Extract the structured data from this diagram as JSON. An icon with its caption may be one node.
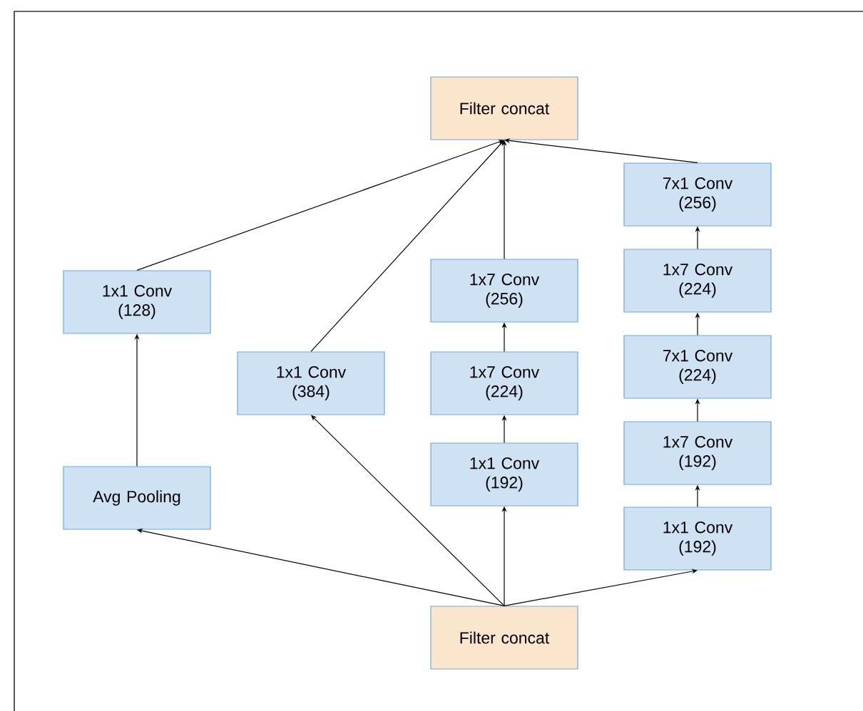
{
  "diagram": {
    "nodes": [
      {
        "text": [
          "Filter concat"
        ]
      },
      {
        "text": [
          "1x1 Conv (128)"
        ]
      },
      {
        "text": [
          "7x1 Conv (256)"
        ]
      },
      {
        "text": [
          "1x1 Conv (384)"
        ]
      },
      {
        "text": [
          "1x7 Conv (256)"
        ]
      },
      {
        "text": [
          "1x7 Conv (224)"
        ]
      },
      {
        "text": [
          "1x7 Conv (224)"
        ]
      },
      {
        "text": [
          "7x1 Conv (224)"
        ]
      },
      {
        "text": [
          "1x1 Conv (192)"
        ]
      },
      {
        "text": [
          "1x7 Conv (192)"
        ]
      },
      {
        "text": [
          "Avg Pooling"
        ]
      },
      {
        "text": [
          "1x1 Conv (192)"
        ]
      },
      {
        "text": [
          "Filter concat"
        ]
      }
    ],
    "edges": [
      {
        "from": 1,
        "to": 0,
        "arrow": "to"
      },
      {
        "from": 3,
        "to": 0,
        "arrow": "to"
      },
      {
        "from": 4,
        "to": 0,
        "arrow": "to"
      },
      {
        "from": 2,
        "to": 0,
        "arrow": "to"
      },
      {
        "from": 6,
        "to": 2,
        "arrow": "to"
      },
      {
        "from": 5,
        "to": 4,
        "arrow": "to"
      },
      {
        "from": 7,
        "to": 6,
        "arrow": "to"
      },
      {
        "from": 8,
        "to": 5,
        "arrow": "to"
      },
      {
        "from": 9,
        "to": 7,
        "arrow": "to"
      },
      {
        "from": 10,
        "to": 1,
        "arrow": "to"
      },
      {
        "from": 11,
        "to": 9,
        "arrow": "to"
      },
      {
        "from": 12,
        "to": 10,
        "arrow": "to"
      },
      {
        "from": 12,
        "to": 3,
        "arrow": "to"
      },
      {
        "from": 12,
        "to": 8,
        "arrow": "to"
      },
      {
        "from": 12,
        "to": 11,
        "arrow": "to"
      }
    ]
  }
}
